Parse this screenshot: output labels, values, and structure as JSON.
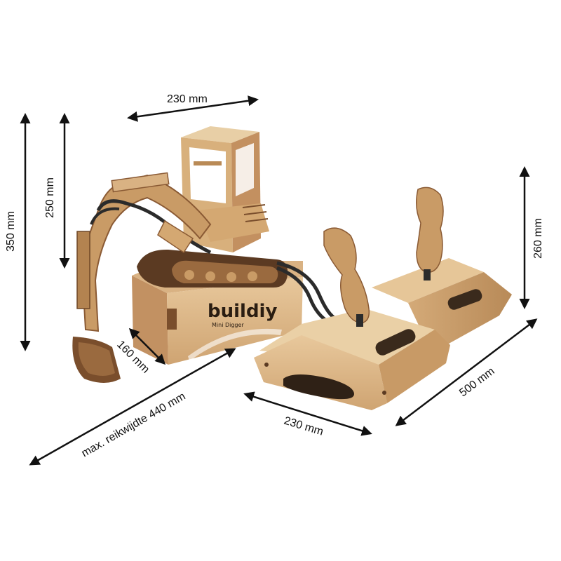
{
  "image": {
    "description_free": true
  },
  "dimensions": {
    "digger_width": "230 mm",
    "digger_total_height": "350 mm",
    "digger_cab_height": "250 mm",
    "base_depth": "160 mm",
    "max_reach": "max. reikwijdte 440 mm",
    "controller_width": "230 mm",
    "controller_length": "500 mm",
    "controller_height": "260 mm"
  },
  "branding": {
    "logo_text": "buildiy",
    "logo_subtext": "Mini Digger"
  },
  "colors": {
    "wood_light": "#e2bf8f",
    "wood_mid": "#c99b66",
    "wood_dark": "#8a5a34",
    "wood_burnt": "#5b3a22",
    "hose": "#2b2b2b",
    "arrow": "#111111"
  }
}
